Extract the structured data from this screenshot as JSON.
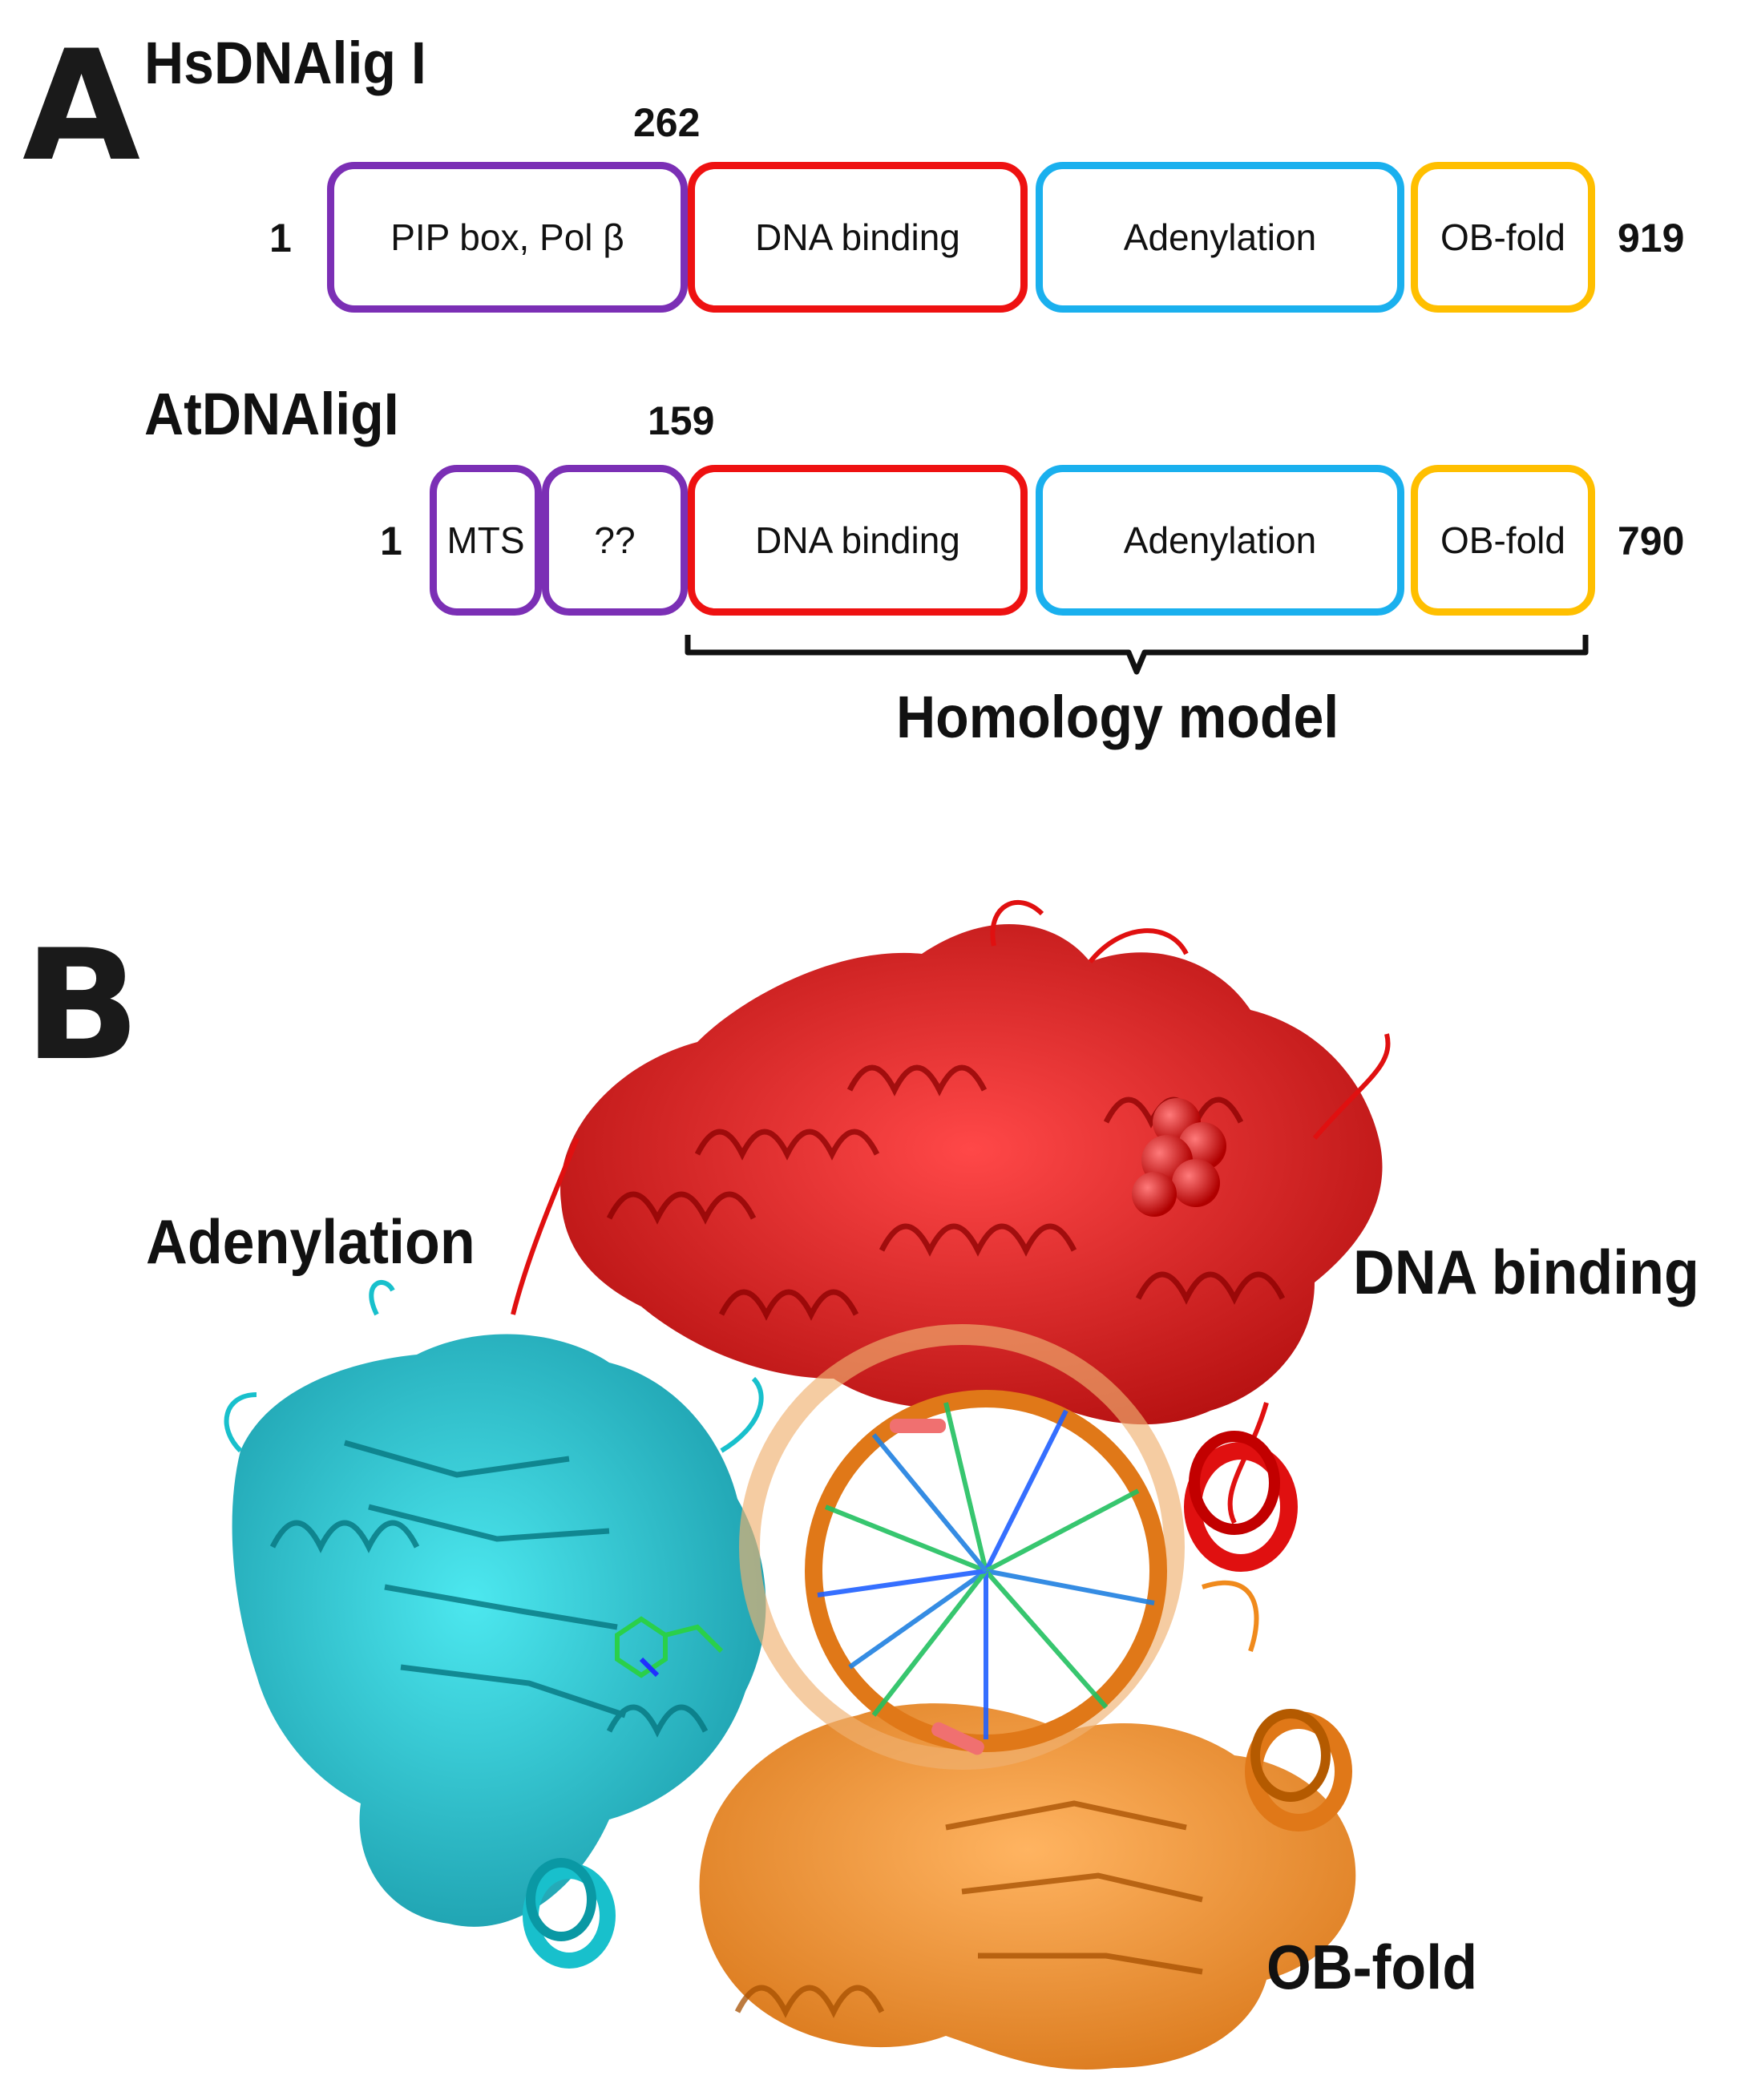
{
  "panelA": {
    "letter": "A",
    "hs": {
      "name": "HsDNAlig I",
      "split_pos": "262",
      "start": "1",
      "end": "919",
      "domains": [
        {
          "label": "PIP box, Pol β",
          "color": "#7b2fb5"
        },
        {
          "label": "DNA binding",
          "color": "#ee1111"
        },
        {
          "label": "Adenylation",
          "color": "#1ab0ee"
        },
        {
          "label": "OB-fold",
          "color": "#ffbf00"
        }
      ]
    },
    "at": {
      "name": "AtDNAligI",
      "split_pos": "159",
      "start": "1",
      "end": "790",
      "domains": [
        {
          "label": "MTS",
          "color": "#7b2fb5"
        },
        {
          "label": "??",
          "color": "#7b2fb5"
        },
        {
          "label": "DNA binding",
          "color": "#ee1111"
        },
        {
          "label": "Adenylation",
          "color": "#1ab0ee"
        },
        {
          "label": "OB-fold",
          "color": "#ffbf00"
        }
      ]
    },
    "bracket_label": "Homology model"
  },
  "panelB": {
    "letter": "B",
    "labels": {
      "adenylation": "Adenylation",
      "dna_binding": "DNA binding",
      "ob_fold": "OB-fold"
    },
    "colors": {
      "dna_binding": "#e01010",
      "adenylation": "#18c0cc",
      "ob_fold": "#f08a1c",
      "dna_backbone": "#e07818"
    }
  }
}
